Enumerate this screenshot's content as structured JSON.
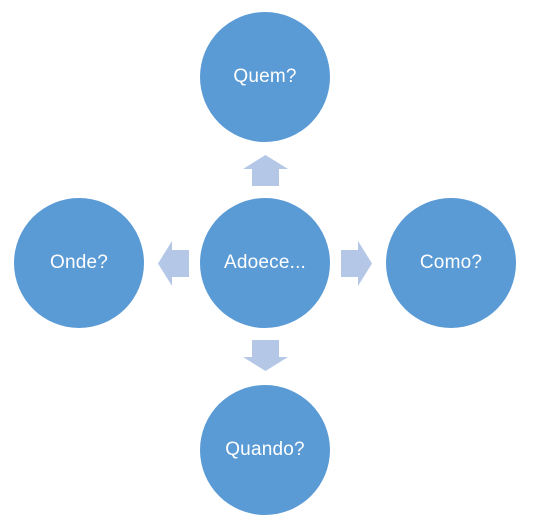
{
  "diagram": {
    "center": {
      "label": "Adoece..."
    },
    "top": {
      "label": "Quem?"
    },
    "left": {
      "label": "Onde?"
    },
    "right": {
      "label": "Como?"
    },
    "bottom": {
      "label": "Quando?"
    }
  },
  "colors": {
    "node_fill": "#5b9bd5",
    "node_text": "#ffffff",
    "arrow_fill": "#b4c7e7"
  }
}
